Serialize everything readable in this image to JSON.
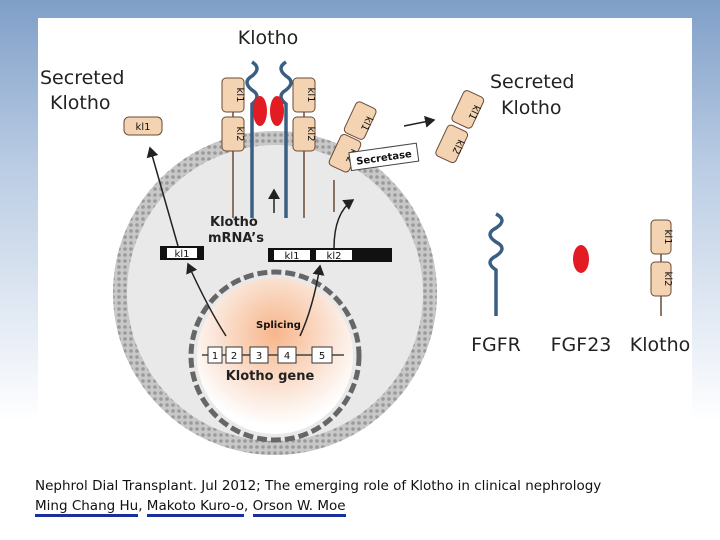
{
  "diagram": {
    "top_label": "Klotho",
    "secreted_left": [
      "Secreted",
      "Klotho"
    ],
    "secreted_right": [
      "Secreted",
      "Klotho"
    ],
    "secretase_label": "Secretase",
    "mrna_label": [
      "Klotho",
      "mRNA’s"
    ],
    "mrna_short": [
      "kl1"
    ],
    "mrna_long": [
      "kl1",
      "kl2"
    ],
    "splicing_label": "Splicing",
    "exons": [
      "1",
      "2",
      "3",
      "4",
      "5"
    ],
    "gene_label": "Klotho gene",
    "domain_kl1": "kl1",
    "domain_kl2": "kl2",
    "legend": {
      "fgfr": "FGFR",
      "fgf23": "FGF23",
      "klotho": "Klotho"
    },
    "colors": {
      "receptor": "#3b5f83",
      "fgf23": "#e31b23",
      "domain_fill": "#f3d3b2",
      "domain_stroke": "#6b4a35",
      "membrane": "#bdbdbd",
      "cytoplasm": "#e9e9e9",
      "nucleus_glow": "#f7b58a"
    }
  },
  "citation": {
    "line1": "Nephrol Dial Transplant. Jul 2012; The emerging role of Klotho in clinical nephrology",
    "authors": [
      "Ming Chang Hu",
      "Makoto Kuro-o",
      "Orson W. Moe"
    ]
  }
}
